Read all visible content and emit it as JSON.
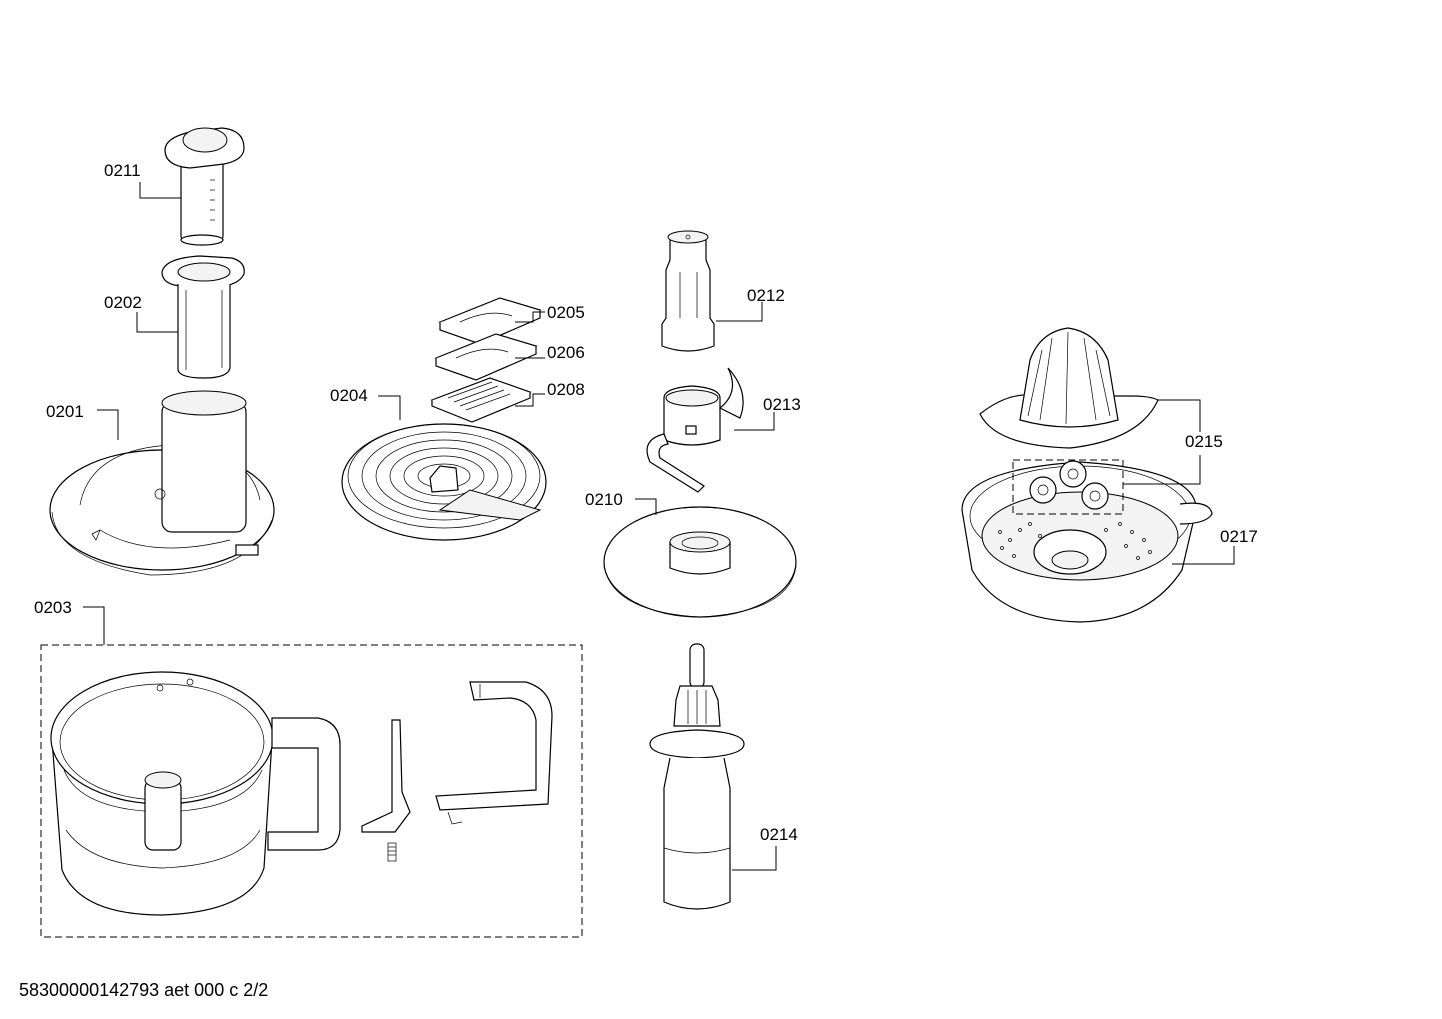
{
  "parts": {
    "p0211": "0211",
    "p0202": "0202",
    "p0201": "0201",
    "p0203": "0203",
    "p0205": "0205",
    "p0206": "0206",
    "p0208": "0208",
    "p0204": "0204",
    "p0212": "0212",
    "p0213": "0213",
    "p0210": "0210",
    "p0214": "0214",
    "p0215": "0215",
    "p0217": "0217"
  },
  "footer": "58300000142793 aet 000 c 2/2"
}
